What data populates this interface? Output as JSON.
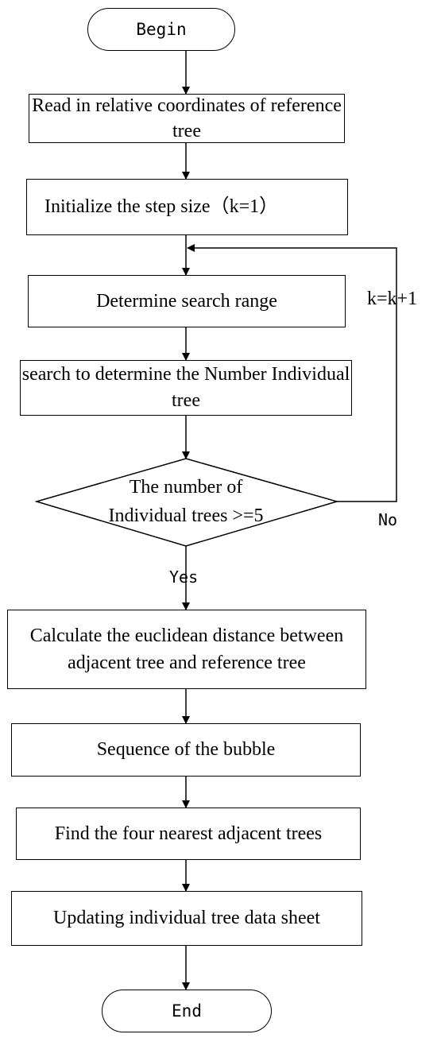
{
  "flowchart": {
    "begin": "Begin",
    "end": "End",
    "steps": {
      "read": "Read in relative coordinates of reference tree",
      "init": "Initialize the step size（k=1）",
      "range": "Determine search range",
      "search": "search to determine the Number Individual tree",
      "decision_line1": "The  number of",
      "decision_line2": "Individual trees >=5",
      "calc": "Calculate the euclidean distance between adjacent tree and reference tree",
      "sort": "Sequence of the bubble",
      "find": "Find the four nearest adjacent trees",
      "update": "Updating individual tree data sheet"
    },
    "labels": {
      "increment": "k=k+1",
      "no": "No",
      "yes": "Yes"
    }
  }
}
